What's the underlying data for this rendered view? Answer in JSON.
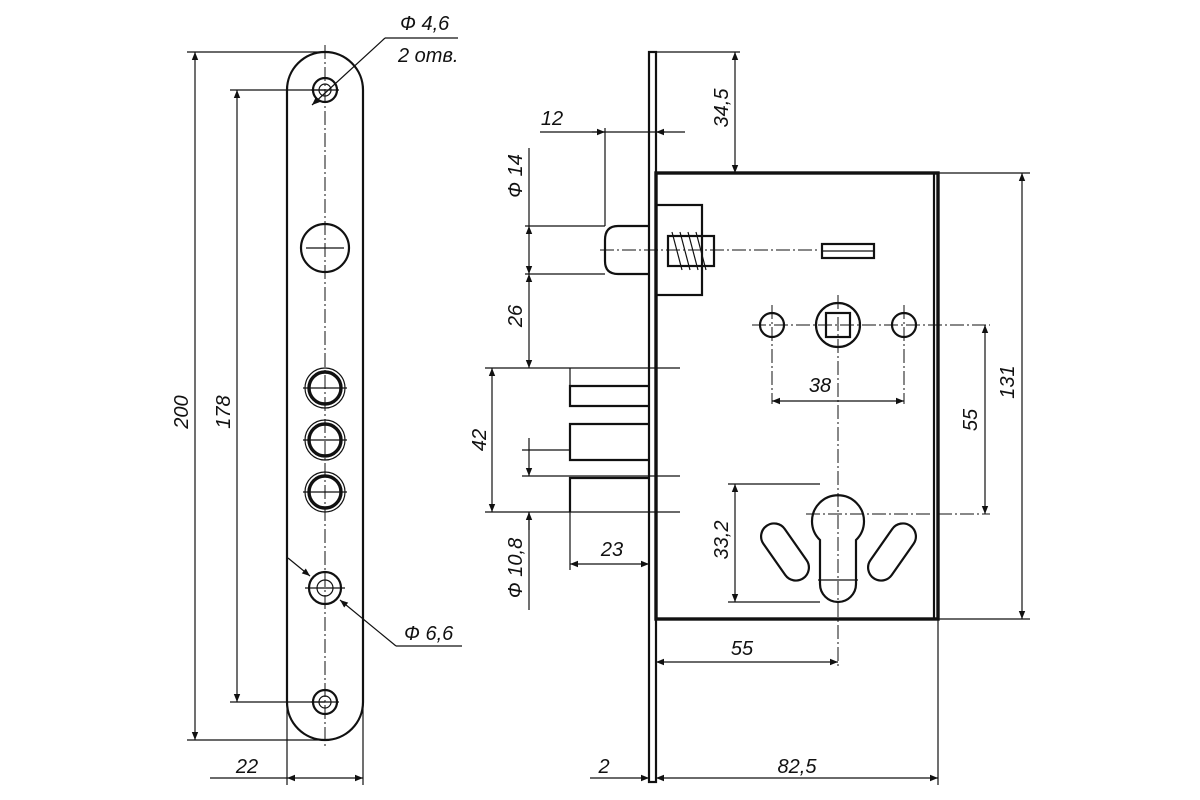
{
  "dimensions": {
    "hole_small": "Ф 4,6",
    "hole_small_count": "2 отв.",
    "hole_large": "Ф 6,6",
    "faceplate_length": "200",
    "hole_spacing": "178",
    "faceplate_width": "22",
    "latch_projection": "12",
    "latch_diameter": "Ф 14",
    "latch_offset": "26",
    "bolt_span": "42",
    "bolt_diameter": "Ф 10,8",
    "bolt_projection": "23",
    "top_offset": "34,5",
    "spindle_holes": "38",
    "handle_to_cylinder": "55",
    "case_height": "131",
    "cylinder_size": "33,2",
    "backset": "55",
    "faceplate_thickness": "2",
    "case_depth": "82,5"
  }
}
